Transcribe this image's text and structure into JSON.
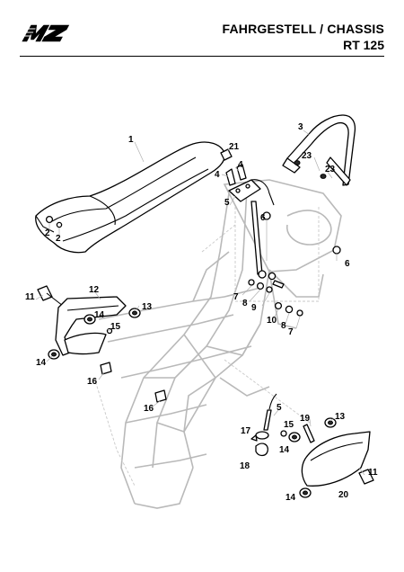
{
  "header": {
    "logo_text": "MZ",
    "title_line1": "FAHRGESTELL / CHASSIS",
    "title_line2": "RT 125"
  },
  "callouts": {
    "c1": "1",
    "c2a": "2",
    "c2b": "2",
    "c3": "3",
    "c4a": "4",
    "c4b": "4",
    "c5a": "5",
    "c5b": "5",
    "c6a": "6",
    "c6b": "6",
    "c7a": "7",
    "c7b": "7",
    "c8a": "8",
    "c8b": "8",
    "c9": "9",
    "c10": "10",
    "c11a": "11",
    "c11b": "11",
    "c12": "12",
    "c13a": "13",
    "c13b": "13",
    "c14a": "14",
    "c14b": "14",
    "c14c": "14",
    "c14d": "14",
    "c15a": "15",
    "c15b": "15",
    "c16a": "16",
    "c16b": "16",
    "c17": "17",
    "c18": "18",
    "c19": "19",
    "c20": "20",
    "c21": "21",
    "c23a": "23",
    "c23b": "23"
  }
}
